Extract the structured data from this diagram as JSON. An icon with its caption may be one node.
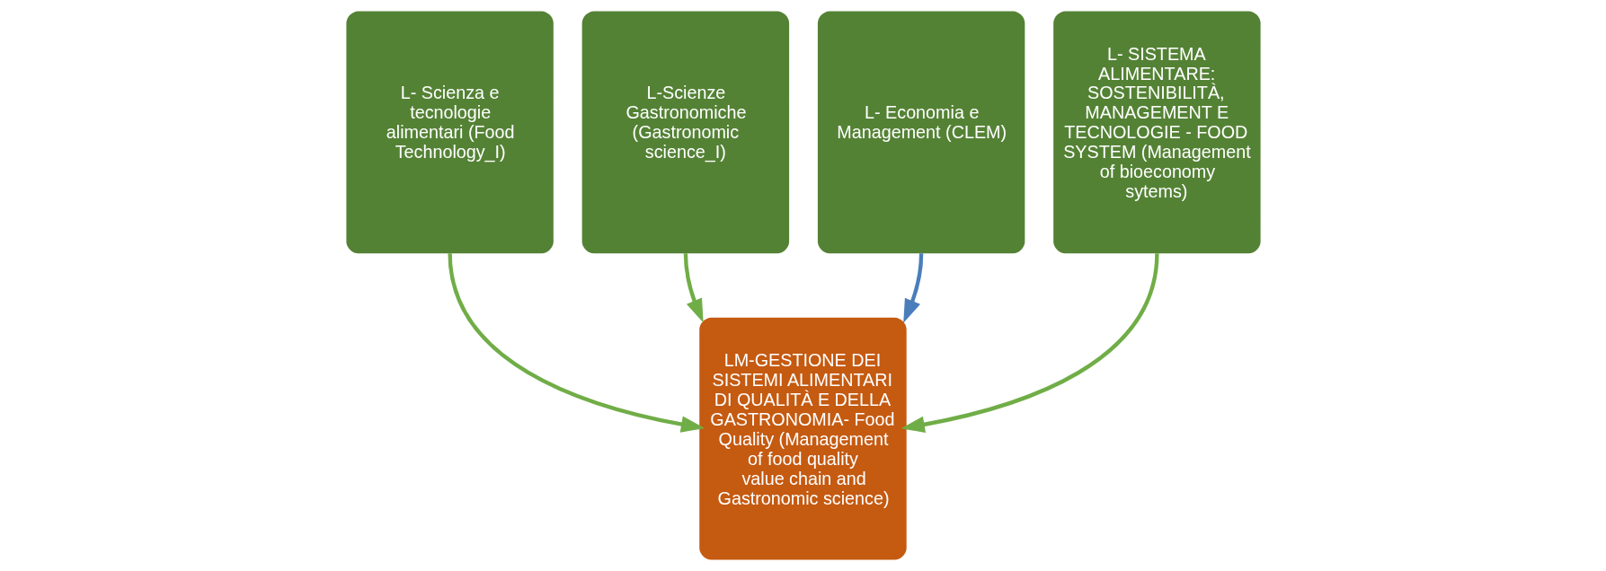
{
  "diagram": {
    "nodes": [
      {
        "text": [
          "L- Scienza e tecnologie alimentari (Food Technology_I)"
        ]
      },
      {
        "text": [
          "L-Scienze Gastronomiche (Gastronomic science_I)"
        ]
      },
      {
        "text": [
          "L- Economia e Management (CLEM)"
        ]
      },
      {
        "text": [
          "L- SISTEMA ALIMENTARE: SOSTENIBILITÀ, MANAGEMENT E TECNOLOGIE - FOOD SYSTEM (Management of bioeconomy sytems)"
        ]
      },
      {
        "text": [
          "LM-GESTIONE DEI SISTEMI ALIMENTARI DI QUALITÀ E DELLA GASTRONOMIA- Food Quality (Management of food quality value chain and Gastronomic science)"
        ]
      }
    ],
    "edges": [
      {
        "from": 0,
        "to": 4,
        "arrow": "to"
      },
      {
        "from": 1,
        "to": 4,
        "arrow": "to"
      },
      {
        "from": 2,
        "to": 4,
        "arrow": "to",
        "color": "#4a7ebb"
      },
      {
        "from": 3,
        "to": 4,
        "arrow": "to"
      }
    ]
  }
}
